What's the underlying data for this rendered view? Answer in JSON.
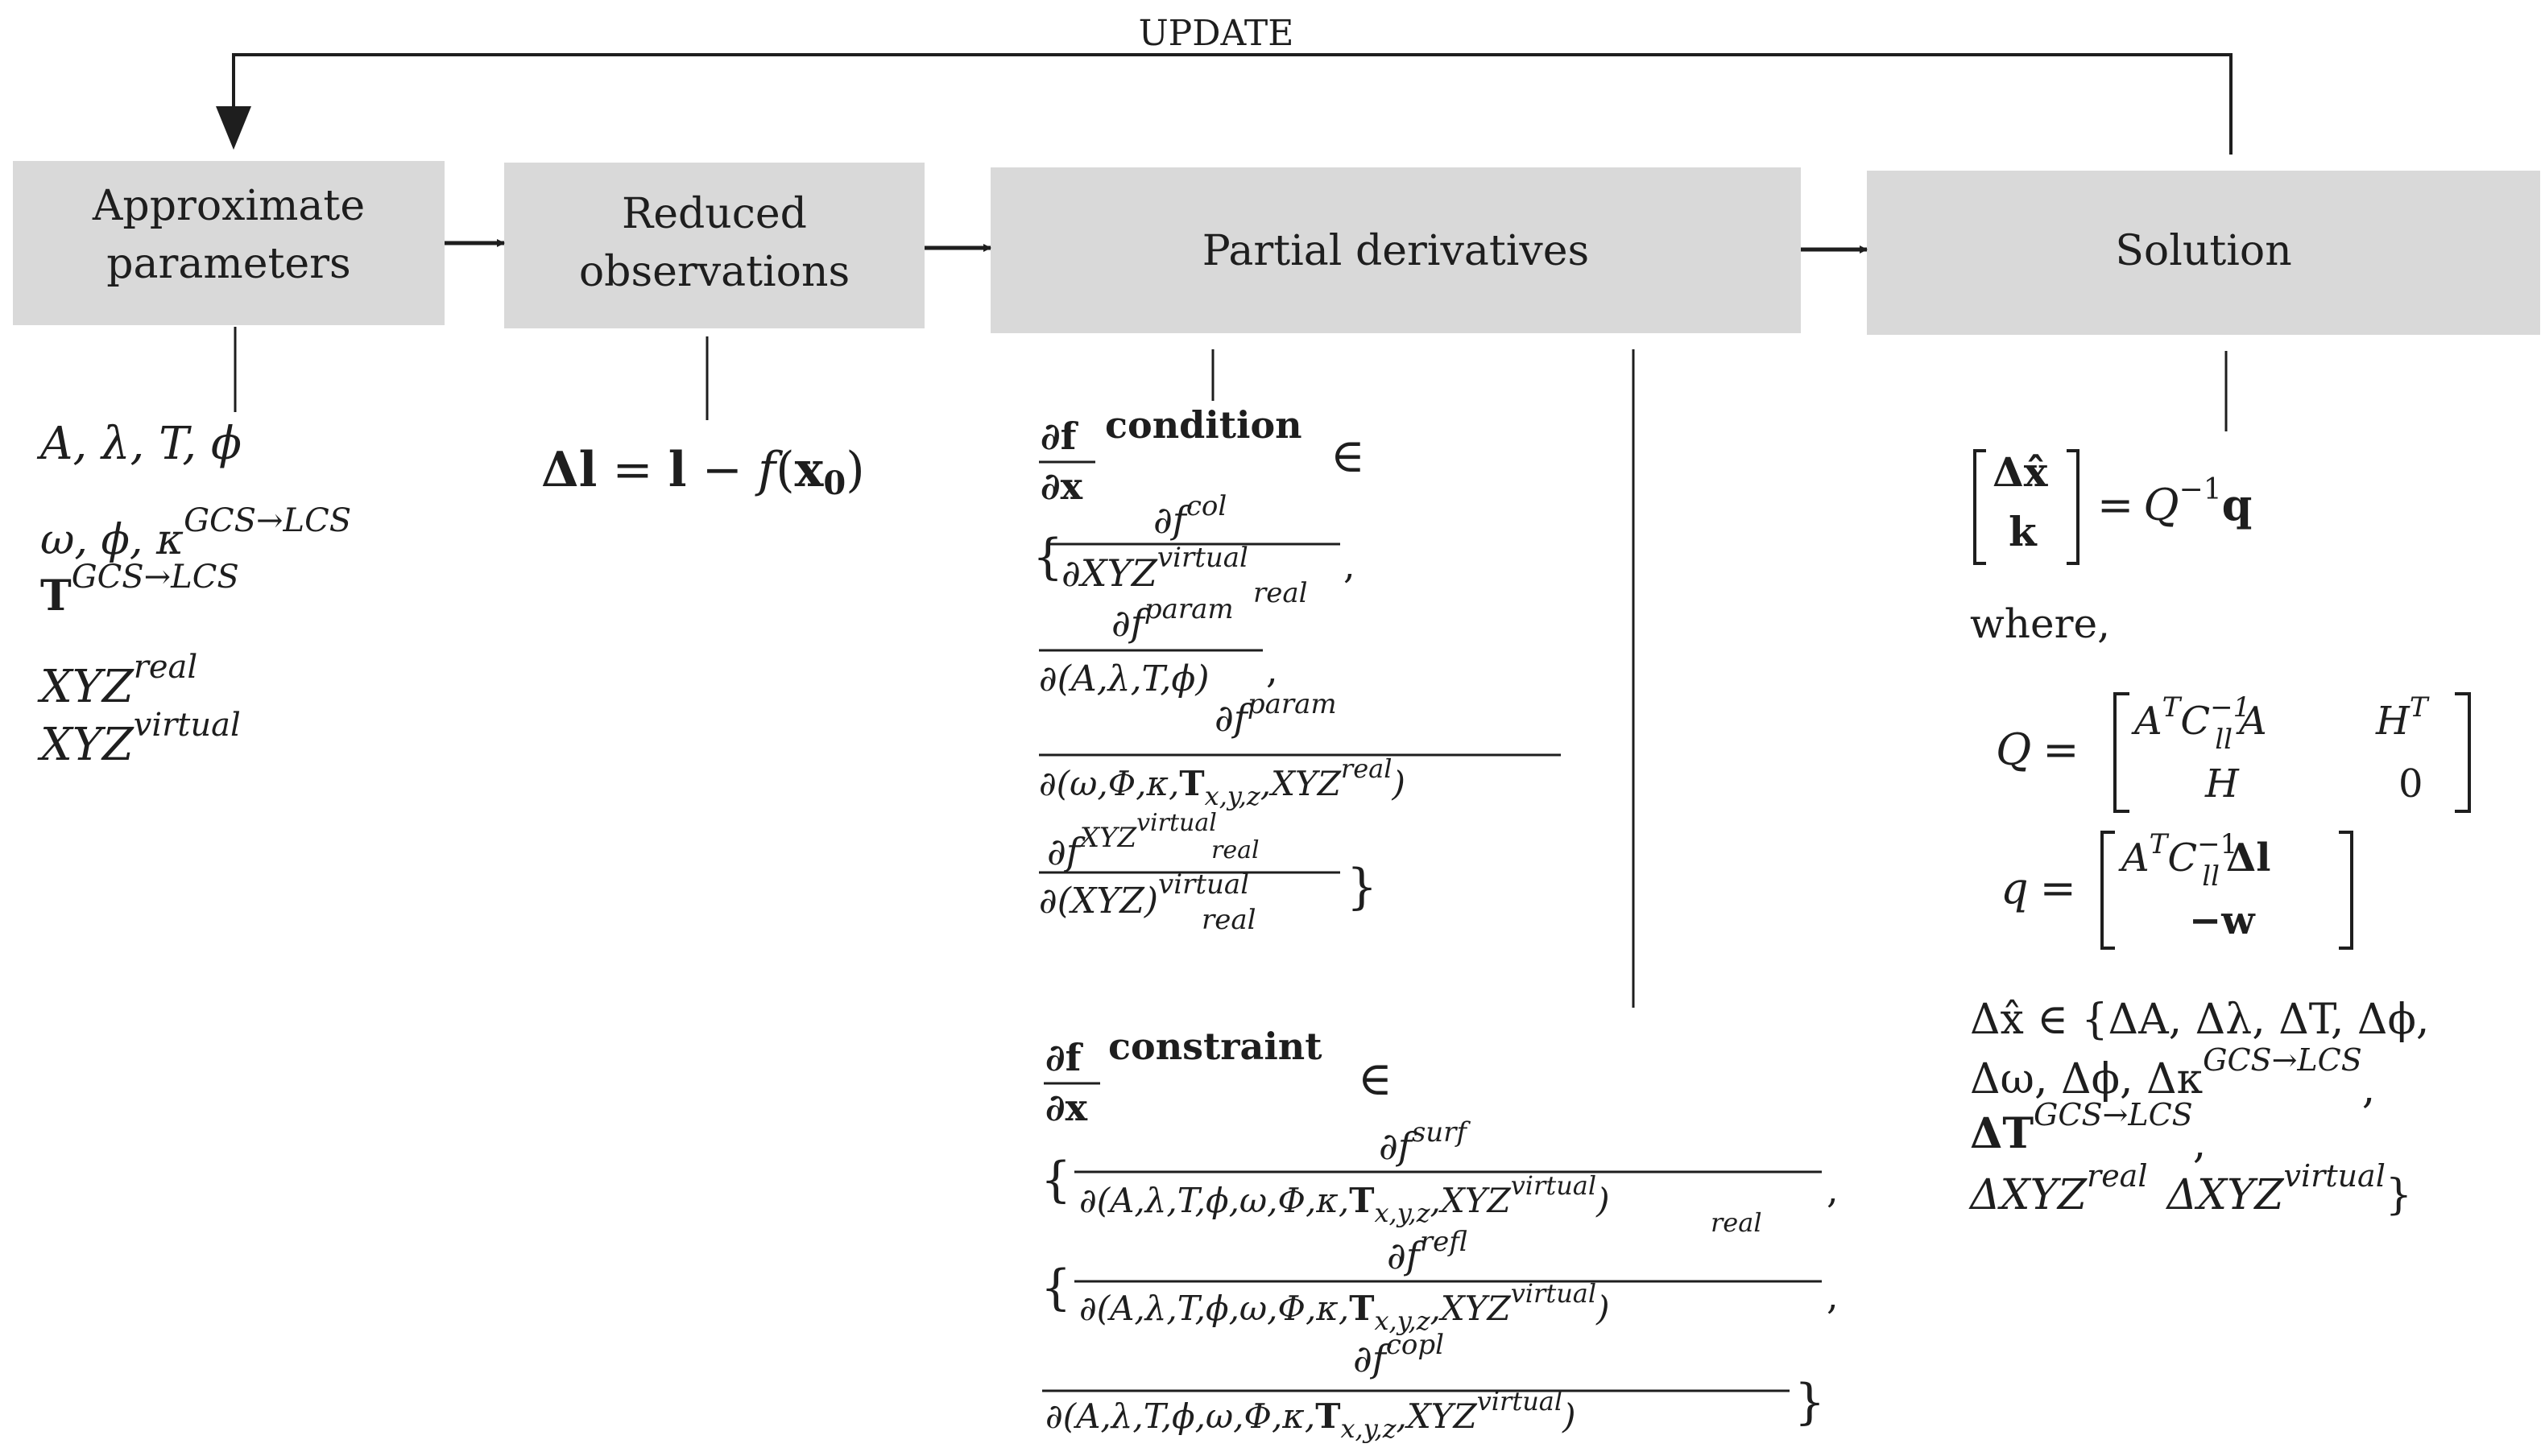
{
  "top_label": "UPDATE",
  "boxes": [
    {
      "id": "approx",
      "lines": [
        "Approximate",
        "parameters"
      ]
    },
    {
      "id": "reduced",
      "lines": [
        "Reduced",
        "observations"
      ]
    },
    {
      "id": "partial",
      "lines": [
        "Partial derivatives"
      ]
    },
    {
      "id": "solution",
      "lines": [
        "Solution"
      ]
    }
  ],
  "approximate_params": {
    "line1": "A, λ, T, ϕ",
    "line2_base": "ω, ϕ, κ",
    "line2_sup": "GCS→LCS",
    "line3_base": "T",
    "line3_sup": "GCS→LCS",
    "line4_base": "XYZ",
    "line4_sup": "real",
    "line5_base": "XYZ",
    "line5_sup": "virtual"
  },
  "reduced_obs": {
    "delta": "Δ",
    "l1": "l",
    "eq": " = ",
    "l2": "l",
    "minus": " − ",
    "f": "f",
    "open": "(",
    "x": "x",
    "zero": "0",
    "close": ")"
  },
  "condition": {
    "df": "∂f",
    "dx": "∂x",
    "sup": "condition",
    "in": "∈",
    "brace_open": "{",
    "brace_close": "}",
    "comma": ",",
    "partial": "∂",
    "f": "f",
    "t1_num_sup": "col",
    "t1_den_base": "∂XYZ",
    "t1_den_sup": "virtual",
    "t1_den_sub": "real",
    "t2_num_sup": "param",
    "t2_den": "∂(A,λ,T,ϕ)",
    "t3_num_sup": "param",
    "t3_den_base": "∂(ω,Φ,κ,",
    "t3_den_T": "T",
    "t3_den_sub": "x,y,z",
    "t3_den_rest": ",XYZ",
    "t3_den_sup": "real",
    "t3_den_close": ")",
    "t4_num_sup": "XYZ",
    "t4_num_supsup": "virtual",
    "t4_num_supsub": "real",
    "t4_den_base": "∂(XYZ)",
    "t4_den_sup": "virtual",
    "t4_den_sub": "real"
  },
  "constraint": {
    "df": "∂f",
    "dx": "∂x",
    "sup": "constraint",
    "in": "∈",
    "brace_open": "{",
    "brace_close": "}",
    "comma": ",",
    "partial": "∂",
    "f": "f",
    "den_prefix": "∂(A,λ,T,ϕ,ω,Φ,κ,",
    "den_T": "T",
    "den_sub": "x,y,z",
    "den_xyz": ",XYZ",
    "den_close": ")",
    "t1_sup": "surf",
    "t1_den_sup": "virtual",
    "t1_den_sub": "real",
    "t2_sup": "refl",
    "t2_den_sup": "virtual",
    "t3_sup": "copl",
    "t3_den_sup": "virtual"
  },
  "solution": {
    "delta": "Δ",
    "xhat": "x̂",
    "k": "k",
    "eq": "=",
    "Q": "Q",
    "Q_sup": "−1",
    "q": "q",
    "where": "where,",
    "Q_label": "Q",
    "q_label": "q",
    "A": "A",
    "T_sup": "T",
    "C": "C",
    "C_sup": "−1",
    "C_sub": "ll",
    "H": "H",
    "zero": "0",
    "delta_l": "Δl",
    "minus_w": "−w",
    "dx_line1": "Δx̂ ∈ {ΔA, Δλ, ΔT, Δϕ,",
    "dx_line2": "Δω, Δϕ, Δκ",
    "dx_line2_sup": "GCS→LCS",
    "dx_line2_comma": ",",
    "dx_line3_T": "ΔT",
    "dx_line3_sup": "GCS→LCS",
    "dx_line3_comma": ",",
    "dx_line4_a": "ΔXYZ",
    "dx_line4_a_sup": "real",
    "dx_line4_b": "ΔXYZ",
    "dx_line4_b_sup": "virtual",
    "dx_line4_close": "}"
  }
}
